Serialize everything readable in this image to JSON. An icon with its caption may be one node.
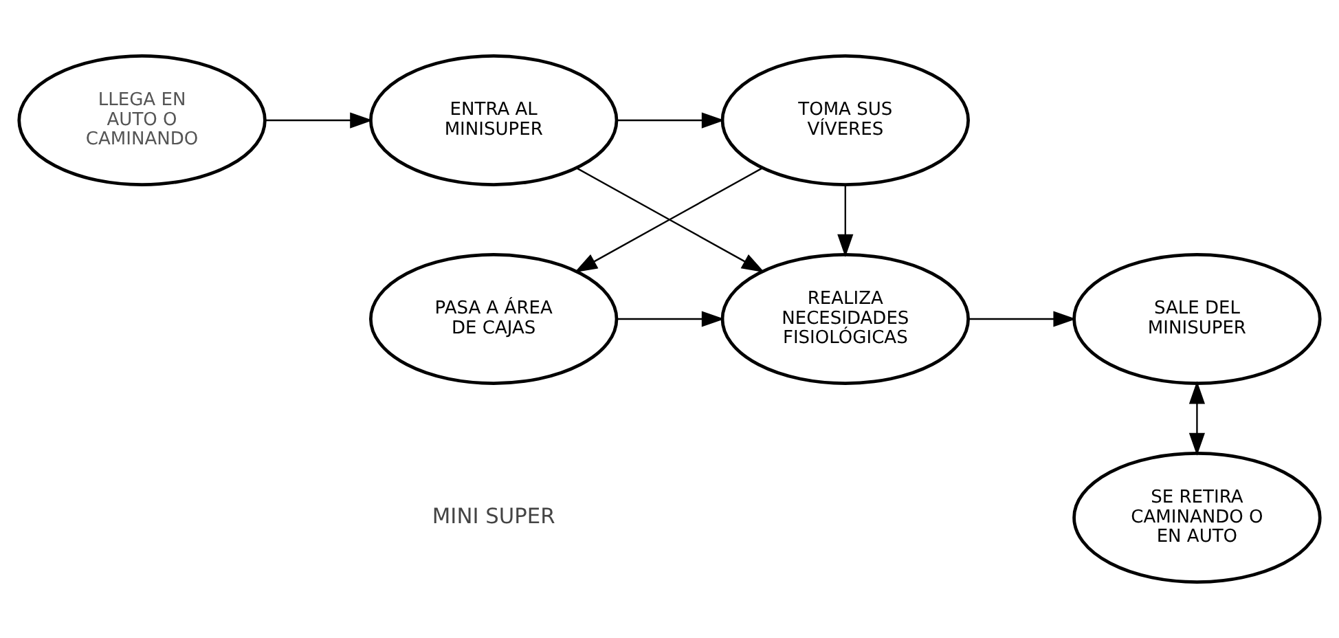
{
  "diagram": {
    "nodes": [
      {
        "text": [
          "LLEGA EN AUTO O CAMINANDO"
        ]
      },
      {
        "text": [
          "ENTRA AL MINISUPER"
        ]
      },
      {
        "text": [
          "TOMA SUS VÍVERES"
        ]
      },
      {
        "text": [
          "SALE DEL MINISUPER"
        ]
      },
      {
        "text": [
          "REALIZA NECESIDADES FISIOLÓGICAS"
        ]
      },
      {
        "text": [
          "PASA A ÁREA DE CAJAS"
        ]
      },
      {
        "text": [
          "SE RETIRA CAMINANDO O EN AUTO"
        ]
      }
    ],
    "edges": [
      {
        "from": 0,
        "to": 1,
        "arrow": "to"
      },
      {
        "from": 1,
        "to": 2,
        "arrow": "to"
      },
      {
        "from": 1,
        "to": 4,
        "arrow": "to"
      },
      {
        "from": 2,
        "to": 4,
        "arrow": "to"
      },
      {
        "from": 2,
        "to": 5,
        "arrow": "to"
      },
      {
        "from": 5,
        "to": 4,
        "arrow": "to"
      },
      {
        "from": 4,
        "to": 3,
        "arrow": "to"
      },
      {
        "from": 3,
        "to": 6,
        "arrow": "both"
      }
    ],
    "labels": [
      "MINI SUPER"
    ]
  }
}
